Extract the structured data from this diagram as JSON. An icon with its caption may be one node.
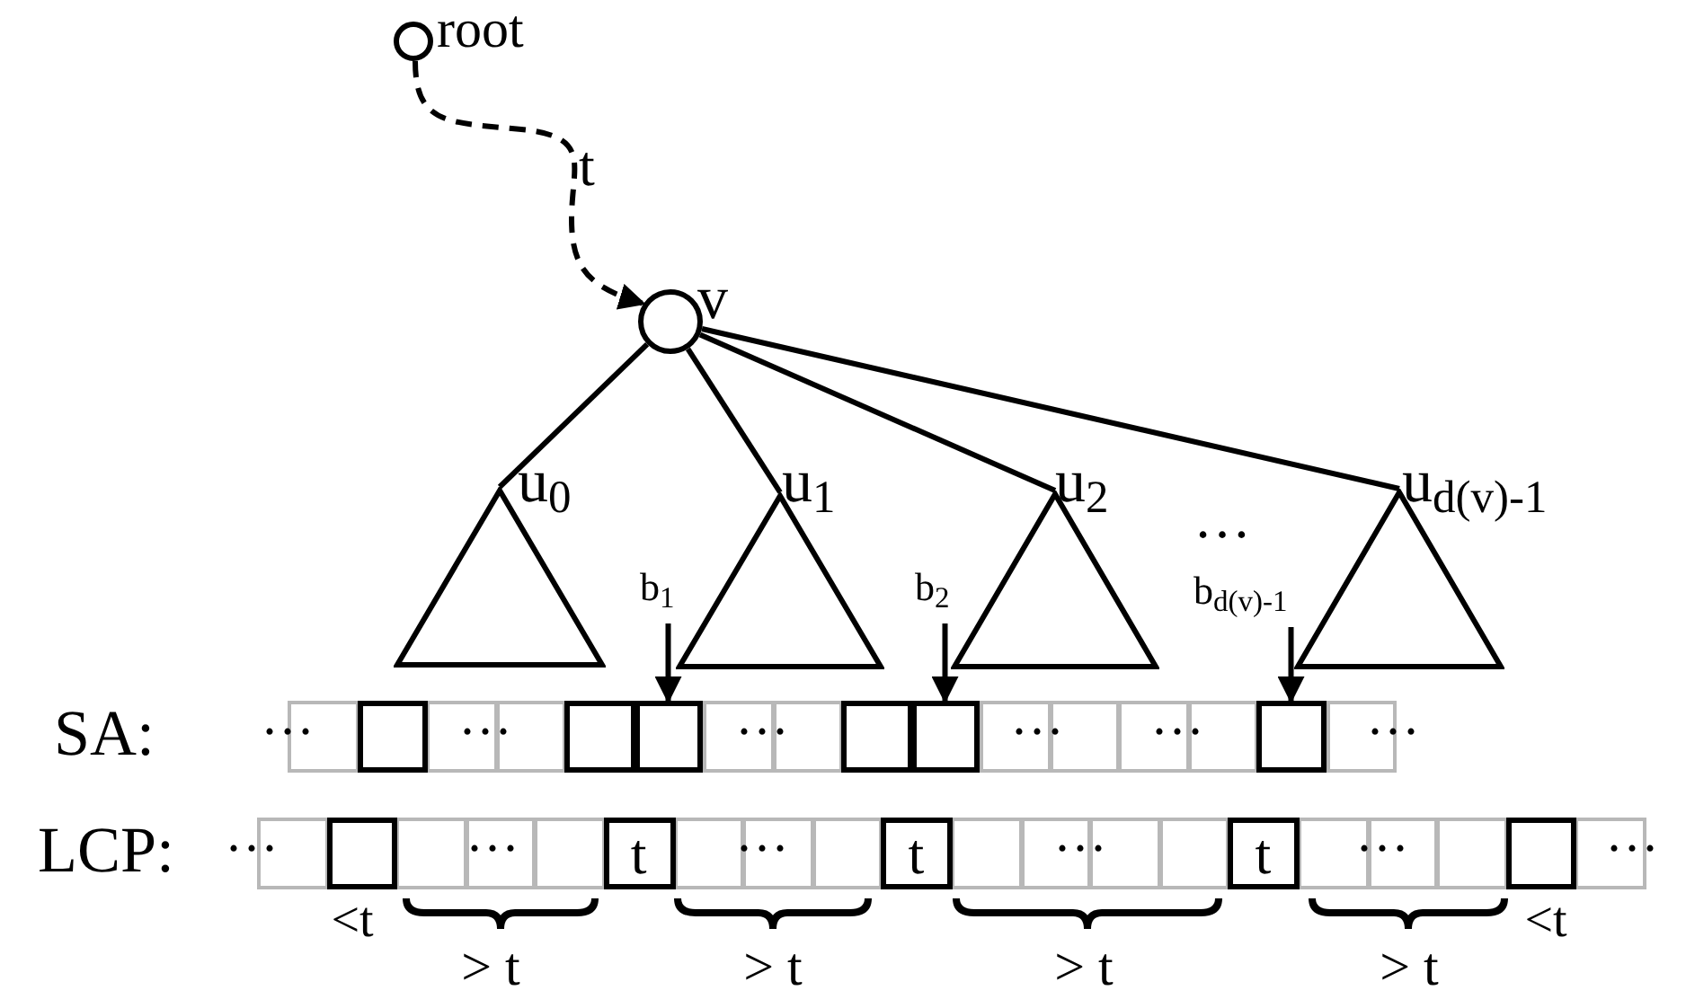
{
  "diagram": {
    "nodes": [
      {
        "text": [],
        "shape": "circle",
        "beside": [
          "root"
        ]
      },
      {
        "text": [],
        "shape": "circle",
        "beside": [
          "v"
        ]
      },
      {
        "text": [],
        "shape": "triangle",
        "beside": [
          "u$_{0}$"
        ]
      },
      {
        "text": [],
        "shape": "triangle",
        "beside": [
          "u$_{1}$"
        ]
      },
      {
        "text": [],
        "shape": "triangle",
        "beside": [
          "u$_{2}$"
        ]
      },
      {
        "text": [],
        "shape": "triangle",
        "beside": [
          "u$_{d(v)-1}$"
        ]
      },
      {
        "text": [
          "b$_{1}$"
        ]
      },
      {
        "text": [
          "b$_{2}$"
        ]
      },
      {
        "text": [
          "b$_{d(v)-1}$"
        ]
      },
      {
        "text": [],
        "shape": "box"
      },
      {
        "text": [],
        "shape": "box"
      },
      {
        "text": [],
        "shape": "box"
      }
    ],
    "edges": [
      {
        "from": 0,
        "to": 1,
        "arrow": "to",
        "label": "t",
        "style": "dashed"
      },
      {
        "from": 1,
        "to": 2,
        "arrow": "none"
      },
      {
        "from": 1,
        "to": 3,
        "arrow": "none"
      },
      {
        "from": 1,
        "to": 4,
        "arrow": "none"
      },
      {
        "from": 1,
        "to": 5,
        "arrow": "none"
      },
      {
        "from": 6,
        "to": 9,
        "arrow": "to"
      },
      {
        "from": 7,
        "to": 10,
        "arrow": "to"
      },
      {
        "from": 8,
        "to": 11,
        "arrow": "to"
      }
    ],
    "labels": [
      "…",
      "SA:",
      "···",
      "···",
      "···",
      "···",
      "···",
      "···",
      "LCP:",
      "···",
      "···",
      "t",
      "···",
      "t",
      "···",
      "t",
      "···",
      "···",
      "<t",
      "<t",
      "> t",
      "> t",
      "> t",
      "> t"
    ]
  }
}
